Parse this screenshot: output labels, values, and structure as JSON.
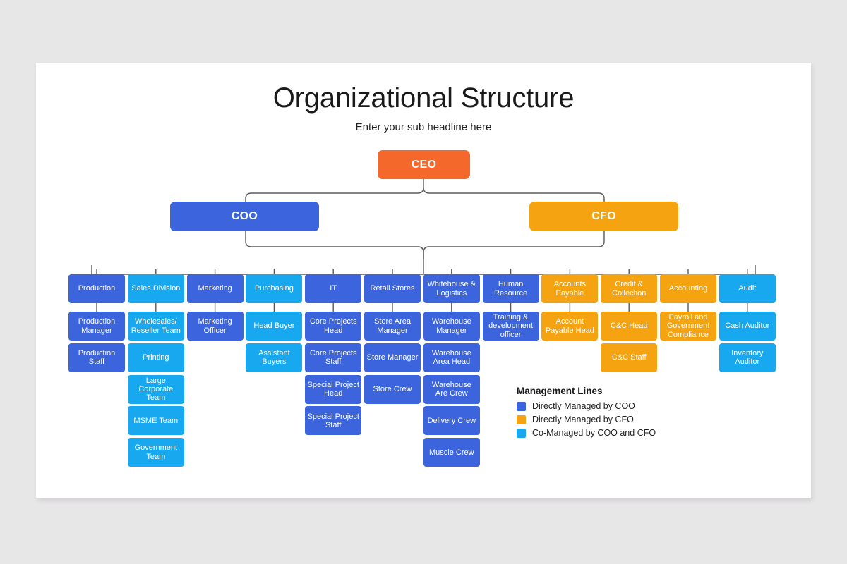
{
  "page": {
    "background_color": "#e8e7e8",
    "card_color": "#ffffff"
  },
  "header": {
    "title": "Organizational Structure",
    "subtitle": "Enter your sub headline here"
  },
  "colors": {
    "ceo": "#f4682c",
    "coo_blue": "#3c64dc",
    "cfo_orange": "#f5a311",
    "co_managed_cyan": "#18a8f0",
    "connector": "#5a5a5a"
  },
  "executives": {
    "ceo": {
      "label": "CEO",
      "color": "#f4682c"
    },
    "coo": {
      "label": "COO",
      "color": "#3c64dc"
    },
    "cfo": {
      "label": "CFO",
      "color": "#f5a311"
    }
  },
  "columns": [
    {
      "head": {
        "label": "Production",
        "color": "blue"
      },
      "children": [
        {
          "label": "Production Manager",
          "color": "blue"
        },
        {
          "label": "Production Staff",
          "color": "blue"
        }
      ]
    },
    {
      "head": {
        "label": "Sales Division",
        "color": "cyan"
      },
      "children": [
        {
          "label": "Wholesales/ Reseller Team",
          "color": "cyan"
        },
        {
          "label": "Printing",
          "color": "cyan"
        },
        {
          "label": "Large Corporate Team",
          "color": "cyan"
        },
        {
          "label": "MSME Team",
          "color": "cyan"
        },
        {
          "label": "Government Team",
          "color": "cyan"
        }
      ]
    },
    {
      "head": {
        "label": "Marketing",
        "color": "blue"
      },
      "children": [
        {
          "label": "Marketing Officer",
          "color": "blue"
        }
      ]
    },
    {
      "head": {
        "label": "Purchasing",
        "color": "cyan"
      },
      "children": [
        {
          "label": "Head Buyer",
          "color": "cyan"
        },
        {
          "label": "Assistant Buyers",
          "color": "cyan"
        }
      ]
    },
    {
      "head": {
        "label": "IT",
        "color": "blue"
      },
      "children": [
        {
          "label": "Core Projects Head",
          "color": "blue"
        },
        {
          "label": "Core Projects Staff",
          "color": "blue"
        },
        {
          "label": "Special Project Head",
          "color": "blue"
        },
        {
          "label": "Special Project Staff",
          "color": "blue"
        }
      ]
    },
    {
      "head": {
        "label": "Retail Stores",
        "color": "blue"
      },
      "children": [
        {
          "label": "Store Area Manager",
          "color": "blue"
        },
        {
          "label": "Store Manager",
          "color": "blue"
        },
        {
          "label": "Store Crew",
          "color": "blue"
        }
      ]
    },
    {
      "head": {
        "label": "Whitehouse & Logistics",
        "color": "blue"
      },
      "children": [
        {
          "label": "Warehouse Manager",
          "color": "blue"
        },
        {
          "label": "Warehouse Area Head",
          "color": "blue"
        },
        {
          "label": "Warehouse Are Crew",
          "color": "blue"
        },
        {
          "label": "Delivery Crew",
          "color": "blue"
        },
        {
          "label": "Muscle Crew",
          "color": "blue"
        }
      ]
    },
    {
      "head": {
        "label": "Human Resource",
        "color": "blue"
      },
      "children": [
        {
          "label": "Training & development officer",
          "color": "blue"
        }
      ]
    },
    {
      "head": {
        "label": "Accounts Payable",
        "color": "orange"
      },
      "children": [
        {
          "label": "Account Payable Head",
          "color": "orange"
        }
      ]
    },
    {
      "head": {
        "label": "Credit & Collection",
        "color": "orange"
      },
      "children": [
        {
          "label": "C&C Head",
          "color": "orange"
        },
        {
          "label": "C&C Staff",
          "color": "orange"
        }
      ]
    },
    {
      "head": {
        "label": "Accounting",
        "color": "orange"
      },
      "children": [
        {
          "label": "Payroll and Government Compliance",
          "color": "orange"
        }
      ]
    },
    {
      "head": {
        "label": "Audit",
        "color": "cyan"
      },
      "children": [
        {
          "label": "Cash Auditor",
          "color": "cyan"
        },
        {
          "label": "Inventory Auditor",
          "color": "cyan"
        }
      ]
    }
  ],
  "legend": {
    "title": "Management Lines",
    "items": [
      {
        "label": "Directly Managed by COO",
        "color": "#3c64dc"
      },
      {
        "label": "Directly Managed by CFO",
        "color": "#f5a311"
      },
      {
        "label": "Co-Managed by COO and CFO",
        "color": "#18a8f0"
      }
    ]
  }
}
